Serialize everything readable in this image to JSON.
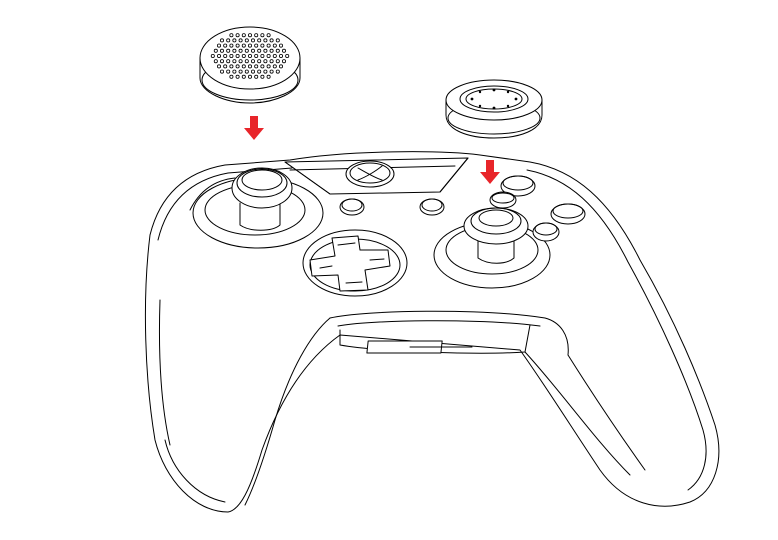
{
  "diagram": {
    "subject": "game-controller",
    "colors": {
      "line": "#000000",
      "background": "#ffffff",
      "arrow": "#e8252a"
    },
    "parts": [
      {
        "name": "textured-thumbstick-cap",
        "icon": "dotted-cap-icon",
        "target": "left-thumbstick"
      },
      {
        "name": "concave-thumbstick-cap",
        "icon": "ring-cap-icon",
        "target": "right-thumbstick"
      }
    ],
    "arrows": [
      {
        "direction": "down",
        "from": "textured-thumbstick-cap",
        "to": "left-thumbstick"
      },
      {
        "direction": "down",
        "from": "concave-thumbstick-cap",
        "to": "right-thumbstick"
      }
    ]
  }
}
